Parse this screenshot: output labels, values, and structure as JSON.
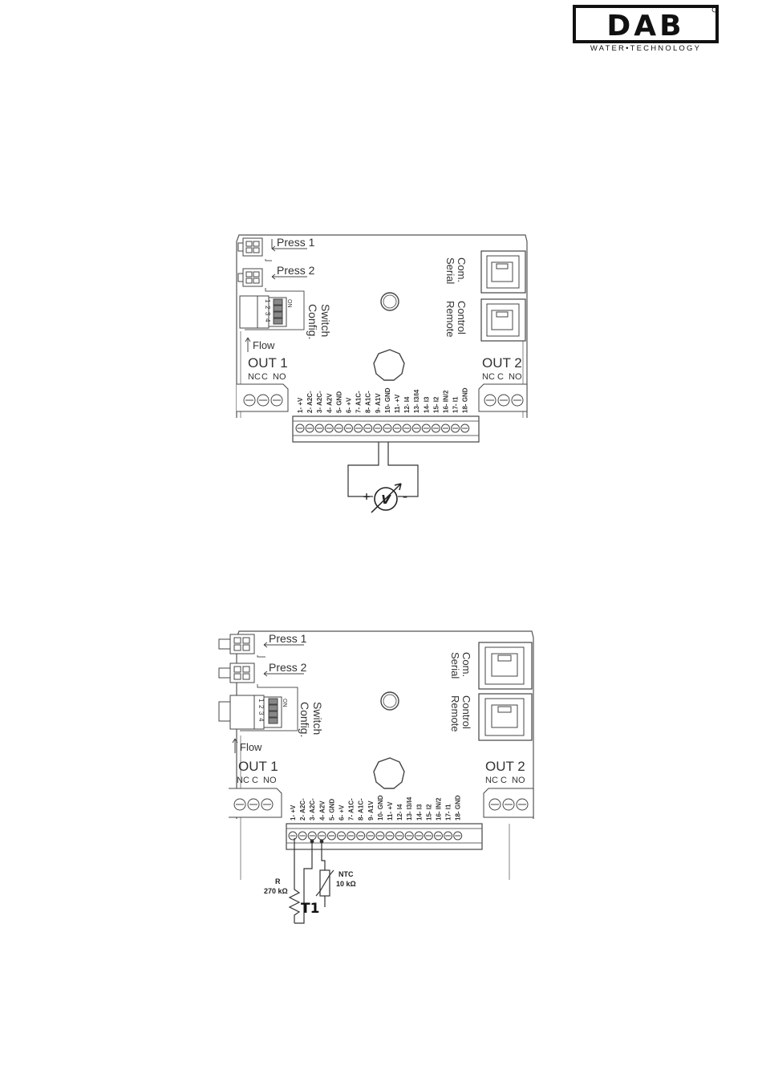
{
  "logo": {
    "brand": "DAB",
    "tagline": "WATER•TECHNOLOGY"
  },
  "board_labels": {
    "press1": "Press 1",
    "press2": "Press 2",
    "config_line1": "Config.",
    "config_line2": "Switch",
    "serial_line1": "Serial",
    "serial_line2": "Com.",
    "remote_line1": "Remote",
    "remote_line2": "Control",
    "flow": "Flow",
    "out1": "OUT 1",
    "out2": "OUT 2",
    "out_contacts": [
      "NC",
      "C",
      "NO"
    ],
    "dip_numbers": [
      "1",
      "2",
      "3",
      "4"
    ],
    "dip_on": "ON"
  },
  "terminals": [
    "1- +V",
    "2- A2C-",
    "3- A2C-",
    "4- A2V",
    "5- GND",
    "6- +V",
    "7- A1C-",
    "8- A1C-",
    "9- A1V",
    "10- GND",
    "11- +V",
    "12- I4",
    "13- I3/I4",
    "14- I3",
    "15- I2",
    "16- IN/2",
    "17- I1",
    "18- GND"
  ],
  "diagram1": {
    "meter_symbol": "V",
    "plus": "+",
    "minus": "–"
  },
  "diagram2": {
    "resistor_label": "R",
    "resistor_value": "270 kΩ",
    "ntc_label": "NTC",
    "ntc_value": "10 kΩ",
    "caption": "T1"
  }
}
